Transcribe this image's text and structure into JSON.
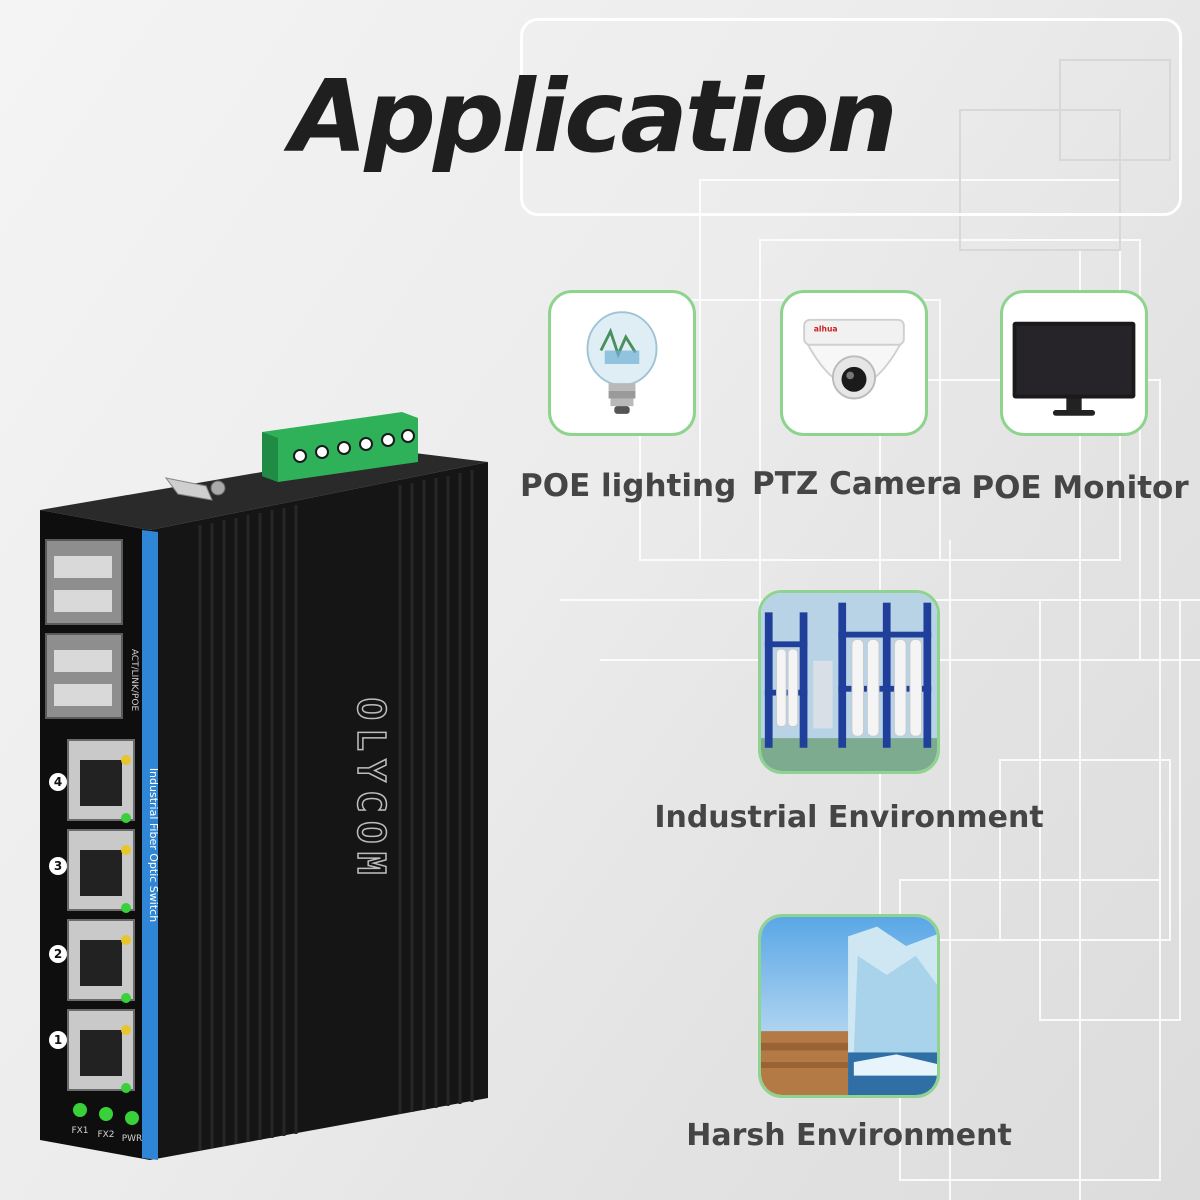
{
  "title": "Application",
  "applications": [
    {
      "label": "POE lighting",
      "icon": "light-bulb-icon"
    },
    {
      "label": "PTZ Camera",
      "icon": "dome-camera-icon"
    },
    {
      "label": "POE Monitor",
      "icon": "monitor-icon"
    }
  ],
  "environments": [
    {
      "label": "Industrial Environment",
      "image": "industrial-plant-image"
    },
    {
      "label": "Harsh Environment",
      "image": "desert-glacier-image"
    }
  ],
  "device": {
    "brand": "OLYCOM",
    "side_text": "Industrial Fiber Optic Switch",
    "indicator_text": "ACT/LINK/POE",
    "port_numbers": [
      "4",
      "3",
      "2",
      "1"
    ],
    "led_labels": [
      "FX1",
      "FX2",
      "PWR"
    ],
    "camera_brand": "alhua"
  },
  "colors": {
    "accent_green": "#8ed38e",
    "device_black": "#141414",
    "device_stripe": "#2f86d6",
    "label_gray": "#454545",
    "led_green": "#38d13a",
    "led_yellow": "#e8c52a"
  }
}
